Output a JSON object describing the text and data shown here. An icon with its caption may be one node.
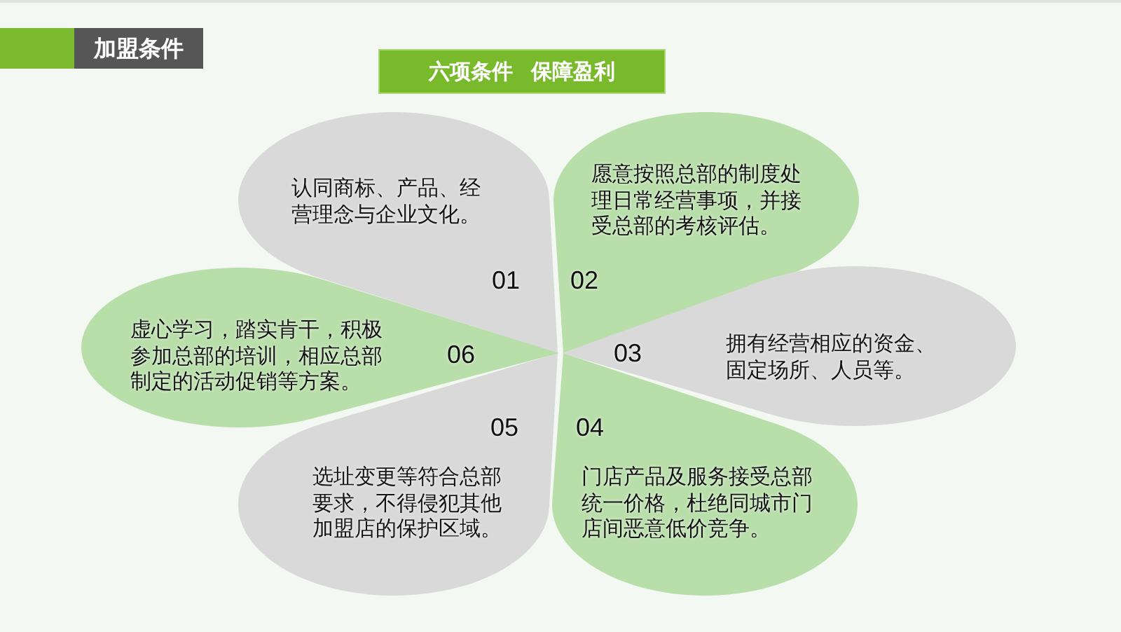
{
  "diagram": {
    "title": "加盟条件",
    "nodes": [
      {
        "text": [
          "认同商标、产品、经营理念与企业文化。",
          "01"
        ]
      },
      {
        "text": [
          "愿意按照总部的制度处理日常经营事项，并接受总部的考核评估。",
          "02"
        ]
      },
      {
        "text": [
          "03",
          "拥有经营相应的资金、固定场所、人员等。"
        ]
      },
      {
        "text": [
          "04",
          "门店产品及服务接受总部统一价格，杜绝同城市门店间恶意低价竞争。"
        ]
      },
      {
        "text": [
          "05",
          "选址变更等符合总部要求，不得侵犯其他加盟店的保护区域。"
        ]
      },
      {
        "text": [
          "虚心学习，踏实肯干，积极参加总部的培训，相应总部制定的活动促销等方案。",
          "06"
        ]
      }
    ],
    "labels": [
      "六项条件 保障盈利"
    ]
  }
}
